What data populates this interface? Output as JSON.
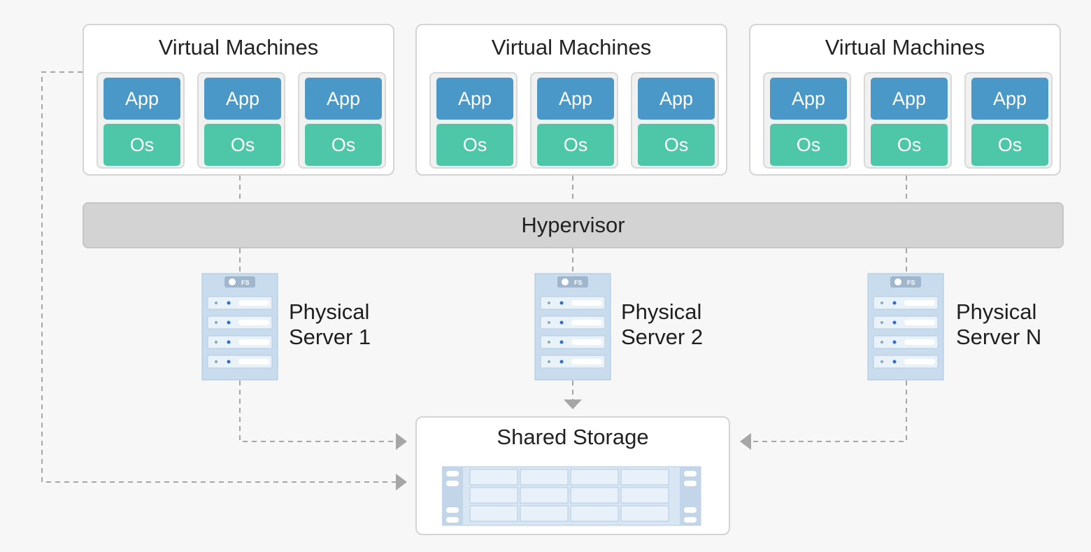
{
  "vm_groups": [
    {
      "title": "Virtual Machines",
      "vms": [
        {
          "app": "App",
          "os": "Os"
        },
        {
          "app": "App",
          "os": "Os"
        },
        {
          "app": "App",
          "os": "Os"
        }
      ]
    },
    {
      "title": "Virtual Machines",
      "vms": [
        {
          "app": "App",
          "os": "Os"
        },
        {
          "app": "App",
          "os": "Os"
        },
        {
          "app": "App",
          "os": "Os"
        }
      ]
    },
    {
      "title": "Virtual Machines",
      "vms": [
        {
          "app": "App",
          "os": "Os"
        },
        {
          "app": "App",
          "os": "Os"
        },
        {
          "app": "App",
          "os": "Os"
        }
      ]
    }
  ],
  "hypervisor": {
    "label": "Hypervisor"
  },
  "servers": [
    {
      "line1": "Physical",
      "line2": "Server 1",
      "brand": "FS"
    },
    {
      "line1": "Physical",
      "line2": "Server 2",
      "brand": "FS"
    },
    {
      "line1": "Physical",
      "line2": "Server N",
      "brand": "FS"
    }
  ],
  "storage": {
    "label": "Shared Storage"
  },
  "colors": {
    "app": "#4a98c8",
    "os": "#4dc7a8",
    "hypervisor": "#d3d3d3",
    "connector": "#a6a6a6"
  }
}
